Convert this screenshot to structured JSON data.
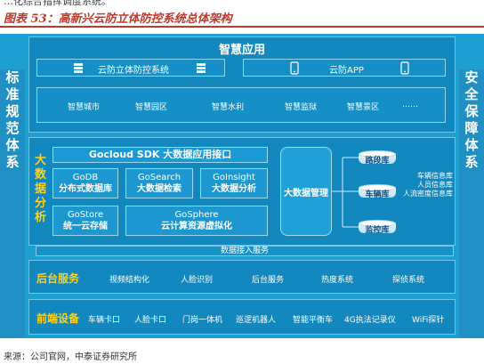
{
  "top_fragment": "…化综合指挥调度系统。",
  "figure_title": "图表 53：高新兴云防立体防控系统总体架构",
  "left_side": [
    "标",
    "准",
    "规",
    "范",
    "体",
    "系"
  ],
  "right_side": [
    "安",
    "全",
    "保",
    "障",
    "体",
    "系"
  ],
  "smart_app": {
    "title": "智慧应用",
    "system_name": "云防立体防控系统",
    "app_name": "云防APP",
    "domains": [
      "智慧城市",
      "智慧园区",
      "智慧水利",
      "智慧监狱",
      "智慧景区",
      "……"
    ]
  },
  "big_data": {
    "label_chars": [
      "大",
      "数",
      "据",
      "分",
      "析"
    ],
    "sdk": "Gocloud SDK 大数据应用接口",
    "modules": [
      {
        "en": "GoDB",
        "zh": "分布式数据库"
      },
      {
        "en": "GoSearch",
        "zh": "大数据检索"
      },
      {
        "en": "GoInsight",
        "zh": "大数据分析"
      },
      {
        "en": "GoStore",
        "zh": "统一云存储"
      },
      {
        "en": "GoSphere",
        "zh": "云计算资源虚拟化"
      }
    ],
    "management": "大数据管理",
    "databases": [
      "路段库",
      "车辆库",
      "监控库"
    ],
    "info_libs": [
      "车辆信息库",
      "人员信息库",
      "人流密度信息库"
    ]
  },
  "ingest": "数据接入服务",
  "backend": {
    "label": "后台服务",
    "items": [
      "视频结构化",
      "人脸识别",
      "后台服务",
      "热度系统",
      "探侦系统"
    ]
  },
  "frontend": {
    "label": "前端设备",
    "items": [
      "车辆卡口",
      "人脸卡口",
      "门岗一体机",
      "巡逻机器人",
      "智能平衡车",
      "4G执法记录仪",
      "WiFi探针"
    ]
  },
  "source": "来源：公司官网，中泰证券研究所"
}
